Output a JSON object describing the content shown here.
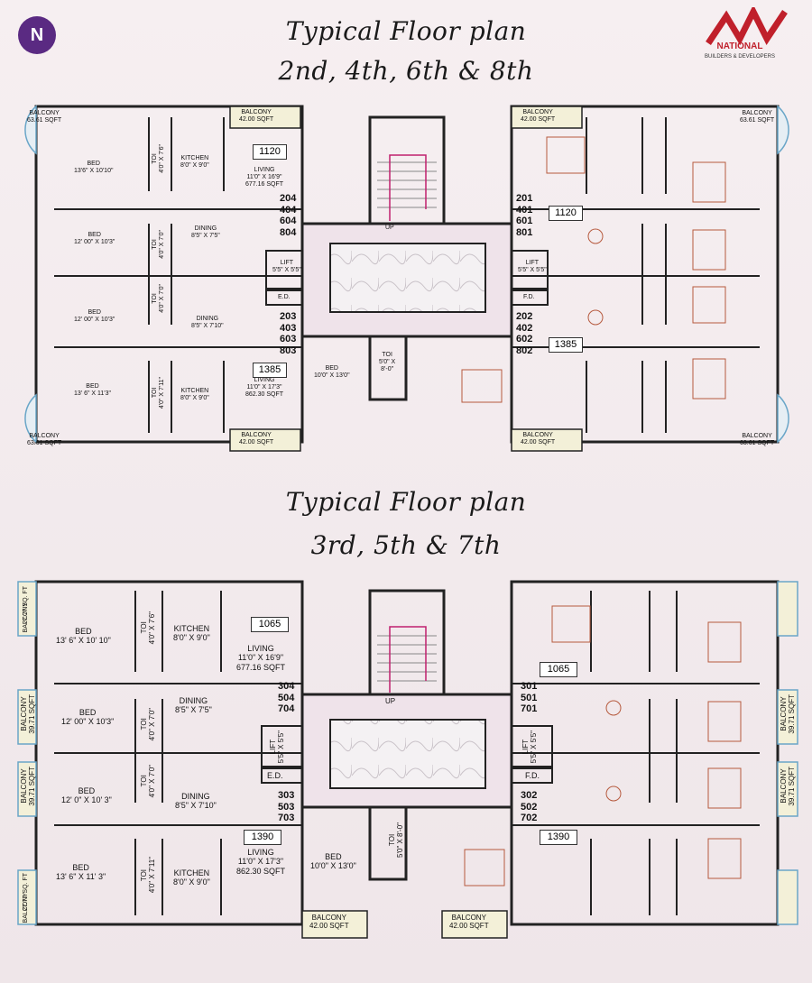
{
  "header": {
    "north": "N",
    "brand": "NATIONAL",
    "brand_sub": "BUILDERS & DEVELOPERS",
    "title1_line1": "Typical Floor plan",
    "title1_line2": "2nd, 4th, 6th & 8th",
    "title2_line1": "Typical Floor plan",
    "title2_line2": "3rd, 5th & 7th"
  },
  "plan1": {
    "balcony_round": "BALCONY\n63.61 SQFT",
    "balcony_42": "BALCONY\n42.00 SQFT",
    "bed_tl": "BED\n13'6\" X 10'10\"",
    "bed_ml": "BED\n12' 00\" X 10'3\"",
    "bed_ml2": "BED\n12' 00\" X 10'3\"",
    "bed_bl": "BED\n13' 6\" X 11'3\"",
    "toi_1": "TOI\n4'0\" X 7'6\"",
    "toi_2": "TOI\n4'0\" X 7'0\"",
    "toi_3": "TOI\n4'0\" X 7'0\"",
    "toi_4": "TOI\n4'0\" X 7'11\"",
    "kitchen_t": "KITCHEN\n8'0\" X 9'0\"",
    "kitchen_b": "KITCHEN\n8'0\" X 9'0\"",
    "dining_t": "DINING\n8'5\" X 7'5\"",
    "dining_b": "DINING\n8'5\" X 7'10\"",
    "living_t": "LIVING\n11'0\" X 16'9\"\n677.16 SQFT",
    "living_b": "LIVING\n11'0\" X 17'3\"\n862.30 SQFT",
    "area_tl": "1120",
    "area_bl": "1385",
    "area_tr": "1120",
    "area_br": "1385",
    "flats_tl": "204\n404\n604\n804",
    "flats_bl": "203\n403\n603\n803",
    "flats_tr": "201\n401\n601\n801",
    "flats_br": "202\n402\n602\n802",
    "lift": "LIFT\n5'5\" X 5'5\"",
    "ed": "E.D.",
    "fd": "F.D.",
    "up": "UP",
    "toi_center": "TOI\n5'0\" X\n8'-0\"",
    "bed_center": "BED\n10'0\" X 13'0\""
  },
  "plan2": {
    "balcony_27": "27.77 SQ. FT",
    "balcony_label": "BALCONY",
    "balcony_39": "BALCONY\n39.71 SQFT",
    "balcony_42": "BALCONY\n42.00 SQFT",
    "bed_tl": "BED\n13' 6\" X 10' 10\"",
    "bed_ml": "BED\n12' 00\" X 10'3\"",
    "bed_ml2": "BED\n12' 0\" X 10' 3\"",
    "bed_bl": "BED\n13' 6\" X 11' 3\"",
    "toi_1": "TOI\n4'0\" X 7'6\"",
    "toi_2": "TOI\n4'0\" X 7'0\"",
    "toi_3": "TOI\n4'0\" X 7'0\"",
    "toi_4": "TOI\n4'0\" X 7'11\"",
    "kitchen_t": "KITCHEN\n8'0\" X 9'0\"",
    "kitchen_b": "KITCHEN\n8'0\" X 9'0\"",
    "dining_t": "DINING\n8'5\" X 7'5\"",
    "dining_b": "DINING\n8'5\" X 7'10\"",
    "living_t": "LIVING\n11'0\" X 16'9\"\n677.16 SQFT",
    "living_b": "LIVING\n11'0\" X 17'3\"\n862.30 SQFT",
    "area_tl": "1065",
    "area_bl": "1390",
    "area_tr": "1065",
    "area_br": "1390",
    "flats_tl": "304\n504\n704",
    "flats_bl": "303\n503\n703",
    "flats_tr": "301\n501\n701",
    "flats_br": "302\n502\n702",
    "lift": "LIFT\n5'5\" X 5'5\"",
    "ed": "E.D.",
    "fd": "F.D.",
    "up": "UP",
    "toi_center": "TOI\n5'0\" X 8'-0\"",
    "bed_center": "BED\n10'0\" X 13'0\""
  }
}
